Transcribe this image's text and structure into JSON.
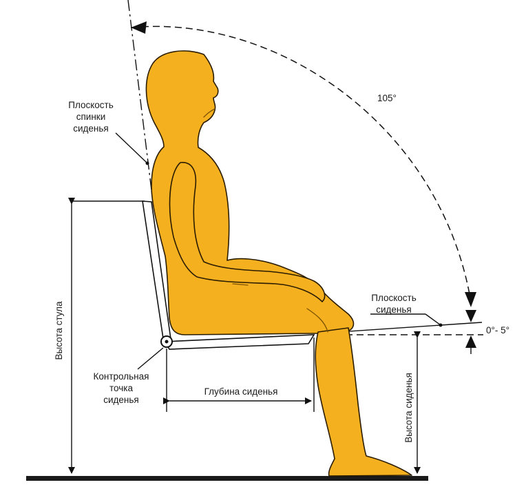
{
  "labels": {
    "backrest_plane": [
      "Плоскость",
      "спинки",
      "сиденья"
    ],
    "seat_plane": [
      "Плоскость",
      "сиденья"
    ],
    "angle_back": "105°",
    "angle_seat": "0°- 5°",
    "chair_height": "Высота стула",
    "seat_height": "Высота сиденья",
    "seat_depth": "Глубина сиденья",
    "reference_point": [
      "Контрольная",
      "точка",
      "сиденья"
    ]
  },
  "colors": {
    "body": "#F5B01F",
    "outline": "#2a1c00",
    "lines": "#111111",
    "floor": "#1a1a1a"
  }
}
